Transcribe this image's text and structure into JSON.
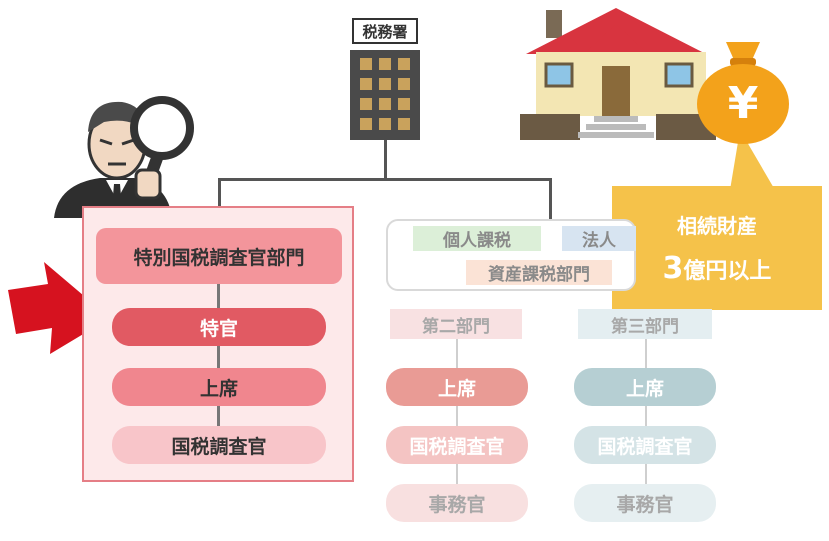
{
  "tax_office": {
    "label": "税務署"
  },
  "departments": {
    "individual": "個人課税",
    "corporate": "法人",
    "asset": "資産課税部門"
  },
  "special": {
    "header": "特別国税調査官部門",
    "tokkan": "特官",
    "joseki": "上席",
    "chosakan": "国税調査官"
  },
  "second": {
    "header": "第二部門",
    "joseki": "上席",
    "chosakan": "国税調査官",
    "jimukan": "事務官"
  },
  "third": {
    "header": "第三部門",
    "joseki": "上席",
    "chosakan": "国税調査官",
    "jimukan": "事務官"
  },
  "callout": {
    "line1": "相続財産",
    "line2_num": "3",
    "line2_rest": "億円以上"
  },
  "money_bag": {
    "symbol": "¥"
  },
  "colors": {
    "accent_red": "#e15a63",
    "pink": "#f0868e",
    "light_pink": "#f8c5c9",
    "callout_yellow": "#f5c24a",
    "arrow_red": "#d6121f"
  }
}
